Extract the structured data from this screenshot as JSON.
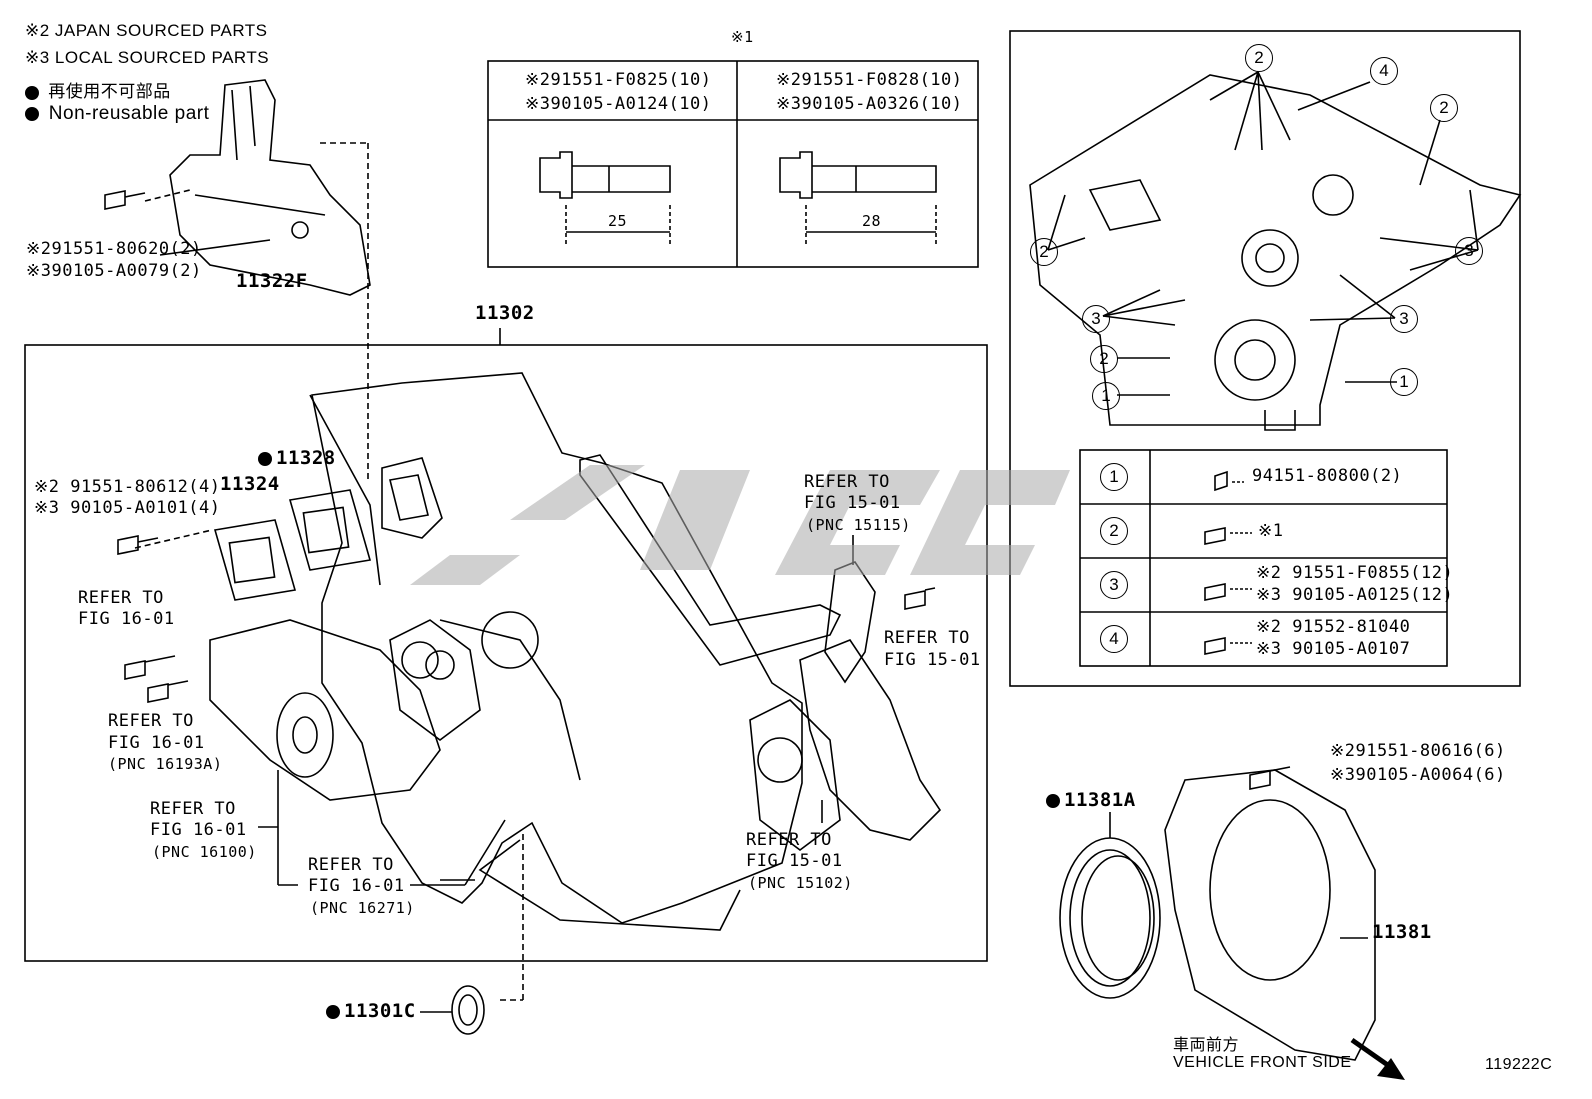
{
  "legend": {
    "japan": "※2 JAPAN SOURCED PARTS",
    "local": "※3 LOCAL SOURCED PARTS",
    "nonreuse_jp": "再使用不可部品",
    "nonreuse_en": "Non-reusable part"
  },
  "top_left": {
    "bolt_a": "※291551-80620(2)",
    "bolt_b": "※390105-A0079(2)",
    "part": "11322F"
  },
  "bolt_table": {
    "ref": "※1",
    "col1_a": "※291551-F0825(10)",
    "col1_b": "※390105-A0124(10)",
    "col1_len": "25",
    "col2_a": "※291551-F0828(10)",
    "col2_b": "※390105-A0326(10)",
    "col2_len": "28"
  },
  "main": {
    "part_11302": "11302",
    "part_11328": "11328",
    "part_11324": "11324",
    "bolt_a": "※2 91551-80612(4)",
    "bolt_b": "※3 90105-A0101(4)",
    "refer1_l1": "REFER TO",
    "refer1_l2": "FIG 16-01",
    "refer2_l1": "REFER TO",
    "refer2_l2": "FIG 16-01",
    "refer2_l3": "(PNC 16193A)",
    "refer3_l1": "REFER TO",
    "refer3_l2": "FIG 16-01",
    "refer3_l3": "(PNC 16100)",
    "refer4_l1": "REFER TO",
    "refer4_l2": "FIG 16-01",
    "refer4_l3": "(PNC 16271)",
    "refer5_l1": "REFER TO",
    "refer5_l2": "FIG 15-01",
    "refer5_l3": "(PNC 15102)",
    "refer6_l1": "REFER TO",
    "refer6_l2": "FIG 15-01",
    "refer6_l3": "(PNC 15115)",
    "refer7_l1": "REFER TO",
    "refer7_l2": "FIG 15-01",
    "part_11301c": "11301C"
  },
  "right_legend": {
    "c1": "1",
    "c2": "2",
    "c3": "3",
    "c4": "4",
    "r1": "94151-80800(2)",
    "r2": "※1",
    "r3a": "※2 91551-F0855(12)",
    "r3b": "※3 90105-A0125(12)",
    "r4a": "※2 91552-81040",
    "r4b": "※3 90105-A0107"
  },
  "rear": {
    "bolt_a": "※291551-80616(6)",
    "bolt_b": "※390105-A0064(6)",
    "part_11381a": "11381A",
    "part_11381": "11381"
  },
  "footer": {
    "dir_jp": "車両前方",
    "dir_en": "VEHICLE FRONT SIDE",
    "code": "119222C"
  }
}
